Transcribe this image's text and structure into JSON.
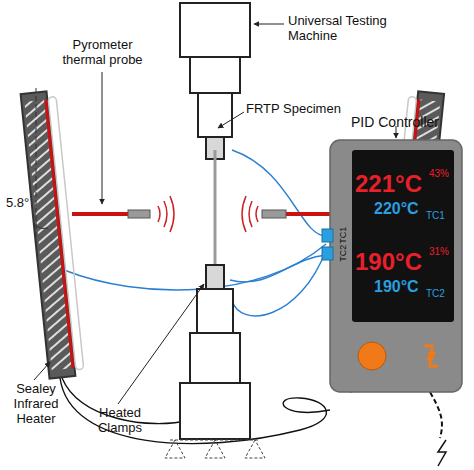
{
  "diagram": {
    "nodes": [
      {
        "text": [
          "PID Controller"
        ]
      },
      {
        "text": [
          "221°C",
          "43%",
          "220°C",
          "TC1",
          "190°C",
          "31%",
          "190°C",
          "TC2"
        ],
        "in": 0
      }
    ],
    "labels": [
      "Universal Testing Machine",
      "Pyrometer thermal probe",
      "FRTP Specimen",
      "5.8°",
      "TC2",
      "TC1",
      "Sealey Infrared Heater",
      "Heated Clamps"
    ]
  }
}
